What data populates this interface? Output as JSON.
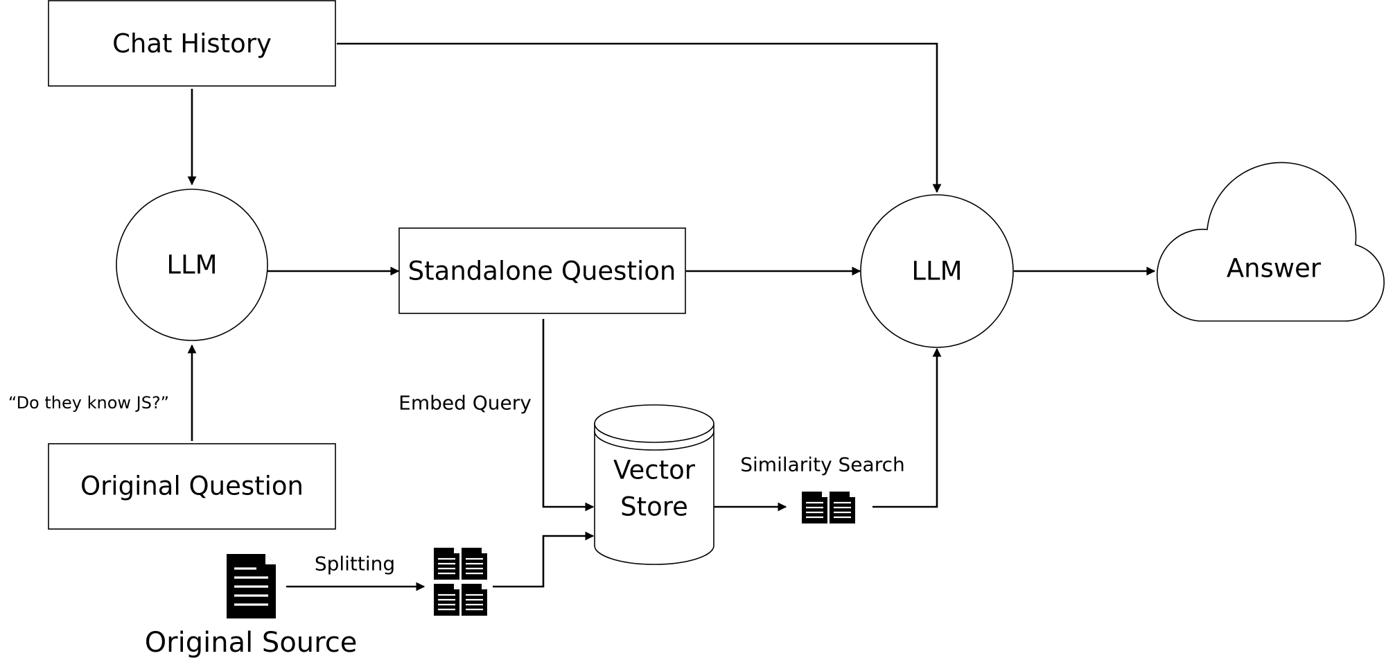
{
  "nodes": {
    "chat_history": "Chat History",
    "llm_left": "LLM",
    "standalone_question": "Standalone Question",
    "llm_right": "LLM",
    "answer": "Answer",
    "original_question": "Original Question",
    "vector_store_line1": "Vector",
    "vector_store_line2": "Store",
    "original_source": "Original Source"
  },
  "edge_labels": {
    "question_quote": "“Do they know JS?”",
    "embed_query": "Embed Query",
    "similarity_search": "Similarity Search",
    "splitting": "Splitting"
  },
  "icons": {
    "source_document": "document-icon",
    "split_documents": "documents-grid-icon",
    "retrieved_documents": "documents-pair-icon"
  }
}
